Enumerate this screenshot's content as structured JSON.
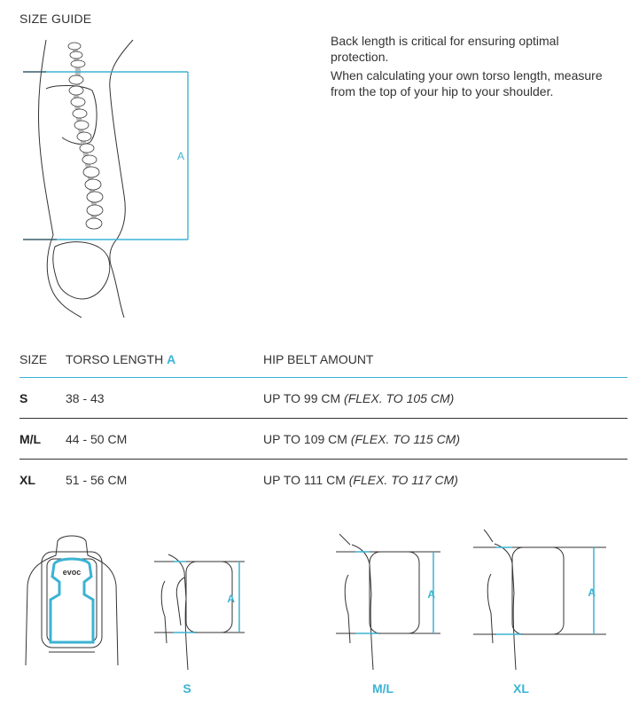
{
  "page": {
    "title": "SIZE GUIDE",
    "intro": [
      "Back length is critical for ensuring optimal protection.",
      "When calculating your own torso length, measure from the top of your hip to your shoulder."
    ]
  },
  "diagram": {
    "marker": "A",
    "accent_color": "#3bb3d3"
  },
  "table": {
    "headers": {
      "size": "SIZE",
      "torso": "TORSO LENGTH ",
      "torso_marker": "A",
      "hip": "HIP BELT AMOUNT"
    },
    "rows": [
      {
        "size": "S",
        "torso": "38 - 43",
        "hip": "UP TO 99 CM ",
        "flex": "(FLEX. TO 105 CM)"
      },
      {
        "size": "M/L",
        "torso": "44 - 50 CM",
        "hip": "UP TO 109 CM ",
        "flex": "(FLEX. TO 115 CM)"
      },
      {
        "size": "XL",
        "torso": "51 - 56 CM",
        "hip": "UP TO 111 CM ",
        "flex": "(FLEX. TO 117 CM)"
      }
    ]
  },
  "figures": {
    "logo": "evoc",
    "marker": "A",
    "labels": [
      "S",
      "M/L",
      "XL"
    ]
  }
}
